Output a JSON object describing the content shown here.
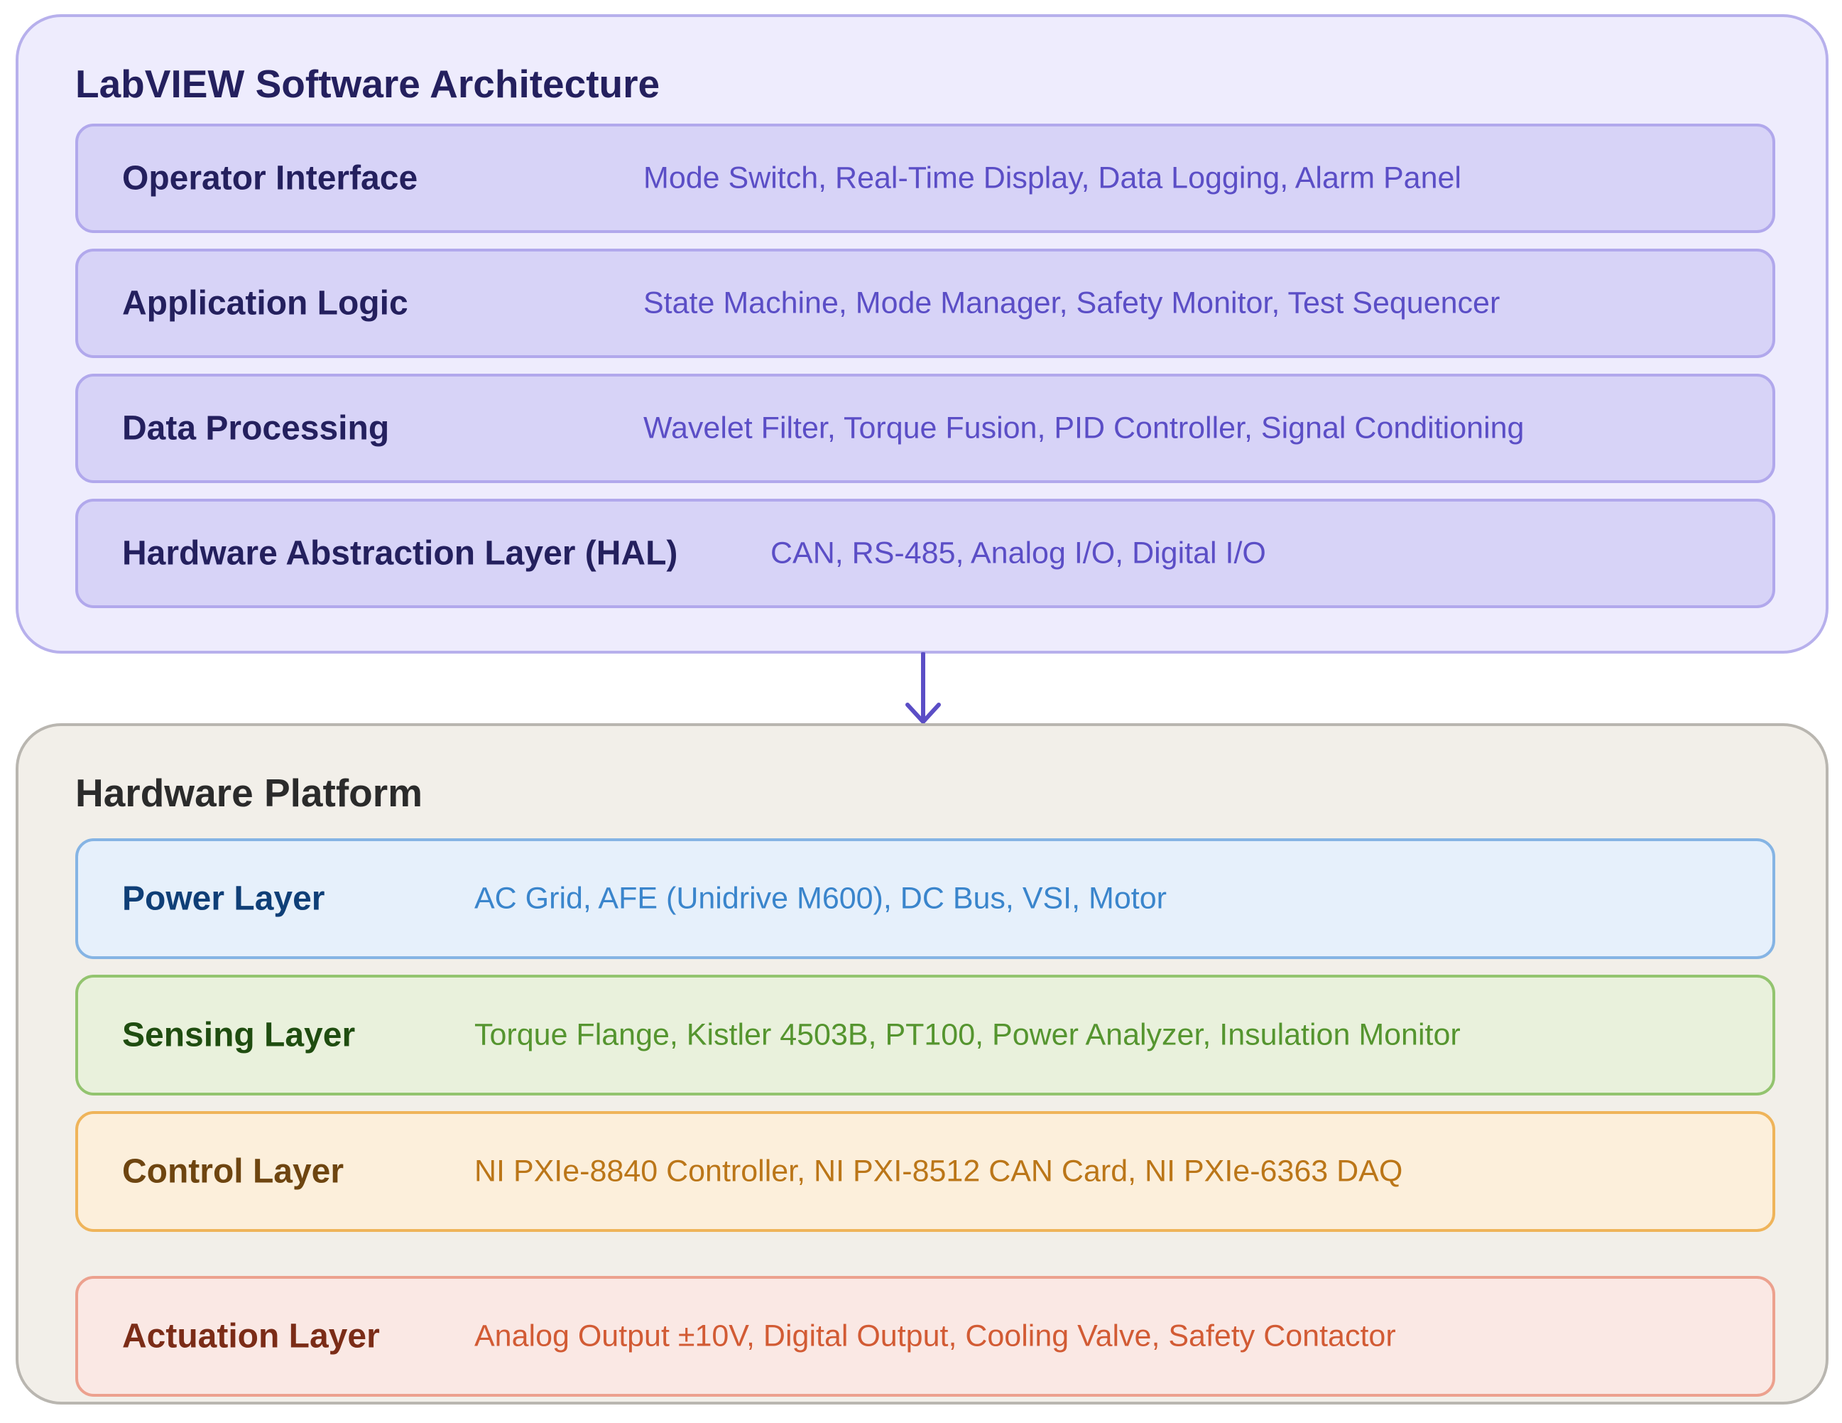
{
  "colors": {
    "software_panel_bg": "#eeecfd",
    "software_panel_border": "#b7b0ec",
    "software_title": "#24205e",
    "software_layer_bg": "#d7d3f7",
    "software_layer_border": "#b1a8ec",
    "software_layer_name": "#24205e",
    "software_layer_items": "#5b4ec6",
    "arrow": "#5b4ec6",
    "hardware_panel_bg": "#f2efe9",
    "hardware_panel_border": "#b9b6b0",
    "hardware_title": "#2b2b2b"
  },
  "software": {
    "title": "LabVIEW Software Architecture",
    "layers": [
      {
        "name": "Operator Interface",
        "items": "Mode Switch, Real-Time Display, Data Logging, Alarm Panel"
      },
      {
        "name": "Application Logic",
        "items": "State Machine, Mode Manager, Safety Monitor, Test Sequencer"
      },
      {
        "name": "Data Processing",
        "items": "Wavelet Filter, Torque Fusion, PID Controller, Signal Conditioning"
      },
      {
        "name": "Hardware Abstraction Layer (HAL)",
        "items": "CAN, RS-485, Analog I/O, Digital I/O"
      }
    ]
  },
  "hardware": {
    "title": "Hardware Platform",
    "layers": [
      {
        "name": "Power Layer",
        "items": "AC Grid, AFE (Unidrive M600), DC Bus, VSI, Motor",
        "bg": "#e6f0fb",
        "border": "#85b4e4",
        "name_color": "#0f3f77",
        "items_color": "#3a85cc"
      },
      {
        "name": "Sensing Layer",
        "items": "Torque Flange, Kistler 4503B, PT100, Power Analyzer, Insulation Monitor",
        "bg": "#e9f1dc",
        "border": "#93c46f",
        "name_color": "#1f4d10",
        "items_color": "#55952f"
      },
      {
        "name": "Control Layer",
        "items": "NI PXIe-8840 Controller, NI PXI-8512 CAN Card, NI PXIe-6363 DAQ",
        "bg": "#fcefdb",
        "border": "#efb45a",
        "name_color": "#6e4510",
        "items_color": "#bb7618"
      },
      {
        "name": "Actuation Layer",
        "items": "Analog Output ±10V, Digital Output, Cooling Valve, Safety Contactor",
        "bg": "#fae8e4",
        "border": "#eca18e",
        "name_color": "#7b2c17",
        "items_color": "#d25b34"
      }
    ]
  }
}
